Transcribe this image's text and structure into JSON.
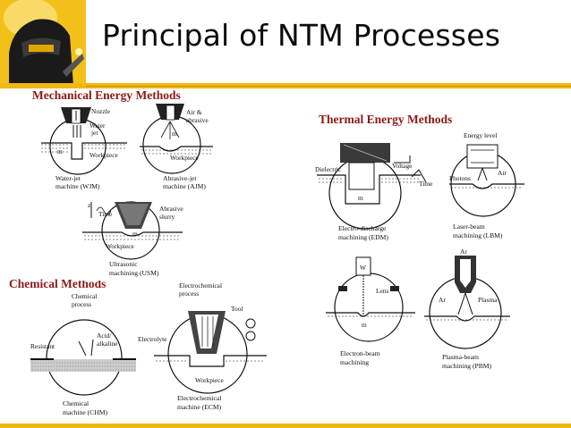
{
  "slide": {
    "title": "Principal of NTM Processes",
    "accent_color": "#f0b816",
    "heading_color": "#8b1a16"
  },
  "sections": {
    "mechanical": "Mechanical Energy Methods",
    "thermal": "Thermal Energy Methods",
    "chemical": "Chemical Methods"
  },
  "wjm": {
    "nozzle": "Nozzle",
    "water": "Water",
    "jet": "jet",
    "m": "m",
    "workpiece": "Workpiece",
    "cap1": "Water-jet",
    "cap2": "machine (WJM)"
  },
  "ajm": {
    "air": "Air &",
    "abrasive": "abrasive",
    "m": "m",
    "workpiece": "Workpiece",
    "cap1": "Abrasive-jet",
    "cap2": "machine (AJM)"
  },
  "usm": {
    "z": "z",
    "time": "Time",
    "abrasive": "Abrasive",
    "slurry": "slurry",
    "m": "m",
    "workpiece": "Workpiece",
    "cap1": "Ultrasonic",
    "cap2": "machining (USM)"
  },
  "edm": {
    "dielectric": "Dielectric",
    "voltage": "Voltage",
    "time": "Time",
    "m": "m",
    "cap1": "Electro-discharge",
    "cap2": "machining (EDM)"
  },
  "lbm": {
    "energy": "Energy level",
    "photons": "Photons",
    "air": "Air",
    "cap1": "Laser-beam",
    "cap2": "machining (LBM)"
  },
  "ebm": {
    "w": "W",
    "lens": "Lens",
    "m": "m",
    "cap1": "Electron-beam",
    "cap2": "machining"
  },
  "pbm": {
    "ar_top": "Ar",
    "ar": "Ar",
    "plasma": "Plasma",
    "cap1": "Plasma-beam",
    "cap2": "machining (PBM)"
  },
  "chm": {
    "process1": "Chemical",
    "process2": "process",
    "resistant": "Resistant",
    "acid": "Acid/",
    "alkaline": "alkaline",
    "cap1": "Chemical",
    "cap2": "machine (CHM)"
  },
  "ecm": {
    "process1": "Electrochemical",
    "process2": "process",
    "tool": "Tool",
    "electrolyte": "Electrolyte",
    "workpiece": "Workpiece",
    "cap1": "Electrochemical",
    "cap2": "machine (ECM)"
  }
}
